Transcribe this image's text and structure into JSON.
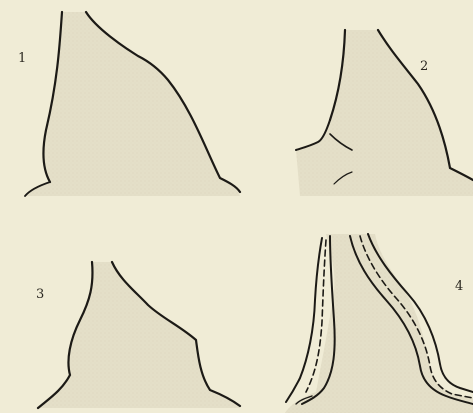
{
  "figures": [
    {
      "number": "1"
    },
    {
      "number": "2"
    },
    {
      "number": "3"
    },
    {
      "number": "4"
    }
  ],
  "colors": {
    "paper": "#f0ecd6",
    "fill": "#e4dfc8",
    "outline": "#1c1a16"
  }
}
